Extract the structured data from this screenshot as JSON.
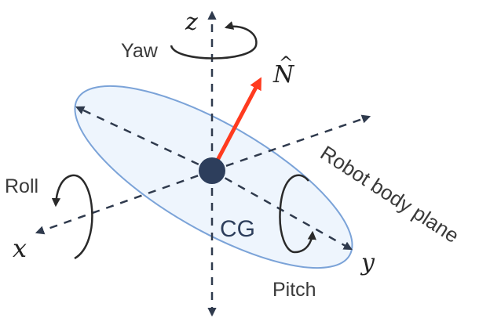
{
  "diagram": {
    "title": "Robot body coordinate frame",
    "axes": {
      "z": "z",
      "x": "x",
      "y": "y"
    },
    "normal_label": "N",
    "normal_hat": "^",
    "center_label": "CG",
    "plane_label": "Robot body plane",
    "rotations": {
      "yaw": "Yaw",
      "roll": "Roll",
      "pitch": "Pitch"
    },
    "colors": {
      "plane_fill": "#eef5fd",
      "plane_stroke": "#7ba3d8",
      "axis": "#2f3a4d",
      "center_dot": "#2d3e5c",
      "normal_vector": "#ff3b1f",
      "rotation_arrow": "#2a2a2a",
      "text": "#3a3a3a"
    }
  }
}
